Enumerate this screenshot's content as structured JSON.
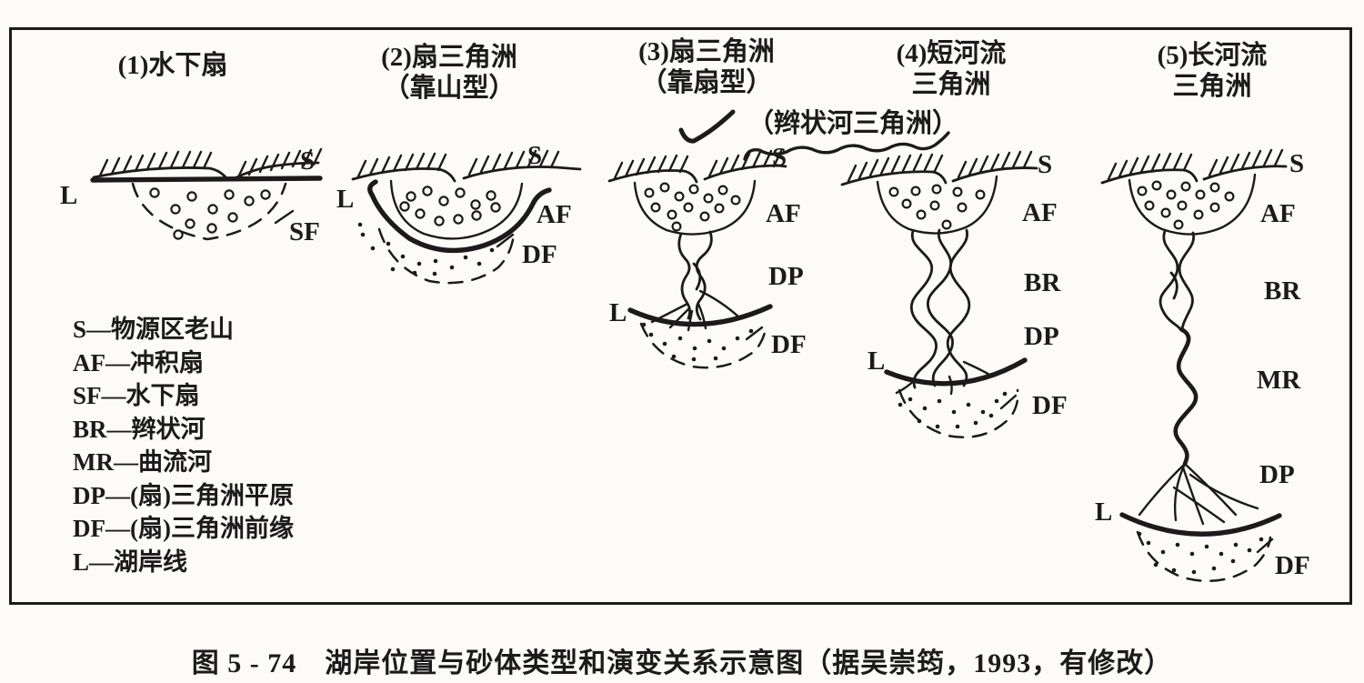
{
  "figure": {
    "caption": "图 5 - 74　湖岸位置与砂体类型和演变关系示意图（据吴崇筠，1993，有修改）",
    "annotation": "（辫状河三角洲）",
    "panels": [
      {
        "title1": "(1)水下扇",
        "title2": "",
        "marks": {
          "s": "S",
          "l": "L",
          "sf": "SF"
        }
      },
      {
        "title1": "(2)扇三角洲",
        "title2": "（靠山型）",
        "marks": {
          "s": "S",
          "l": "L",
          "af": "AF",
          "df": "DF"
        }
      },
      {
        "title1": "(3)扇三角洲",
        "title2": "（靠扇型）",
        "marks": {
          "s": "S",
          "af": "AF",
          "dp": "DP",
          "l": "L",
          "df": "DF"
        }
      },
      {
        "title1": "(4)短河流",
        "title2": "三角洲",
        "marks": {
          "s": "S",
          "af": "AF",
          "br": "BR",
          "dp": "DP",
          "l": "L",
          "df": "DF"
        }
      },
      {
        "title1": "(5)长河流",
        "title2": "三角洲",
        "marks": {
          "s": "S",
          "af": "AF",
          "br": "BR",
          "mr": "MR",
          "dp": "DP",
          "l": "L",
          "df": "DF"
        }
      }
    ],
    "legend": [
      "S—物源区老山",
      "AF—冲积扇",
      "SF—水下扇",
      "BR—辫状河",
      "MR—曲流河",
      "DP—(扇)三角洲平原",
      "DF—(扇)三角洲前缘",
      "L—湖岸线"
    ],
    "colors": {
      "ink": "#1b1b1b",
      "paper": "#fcfbf8"
    }
  }
}
